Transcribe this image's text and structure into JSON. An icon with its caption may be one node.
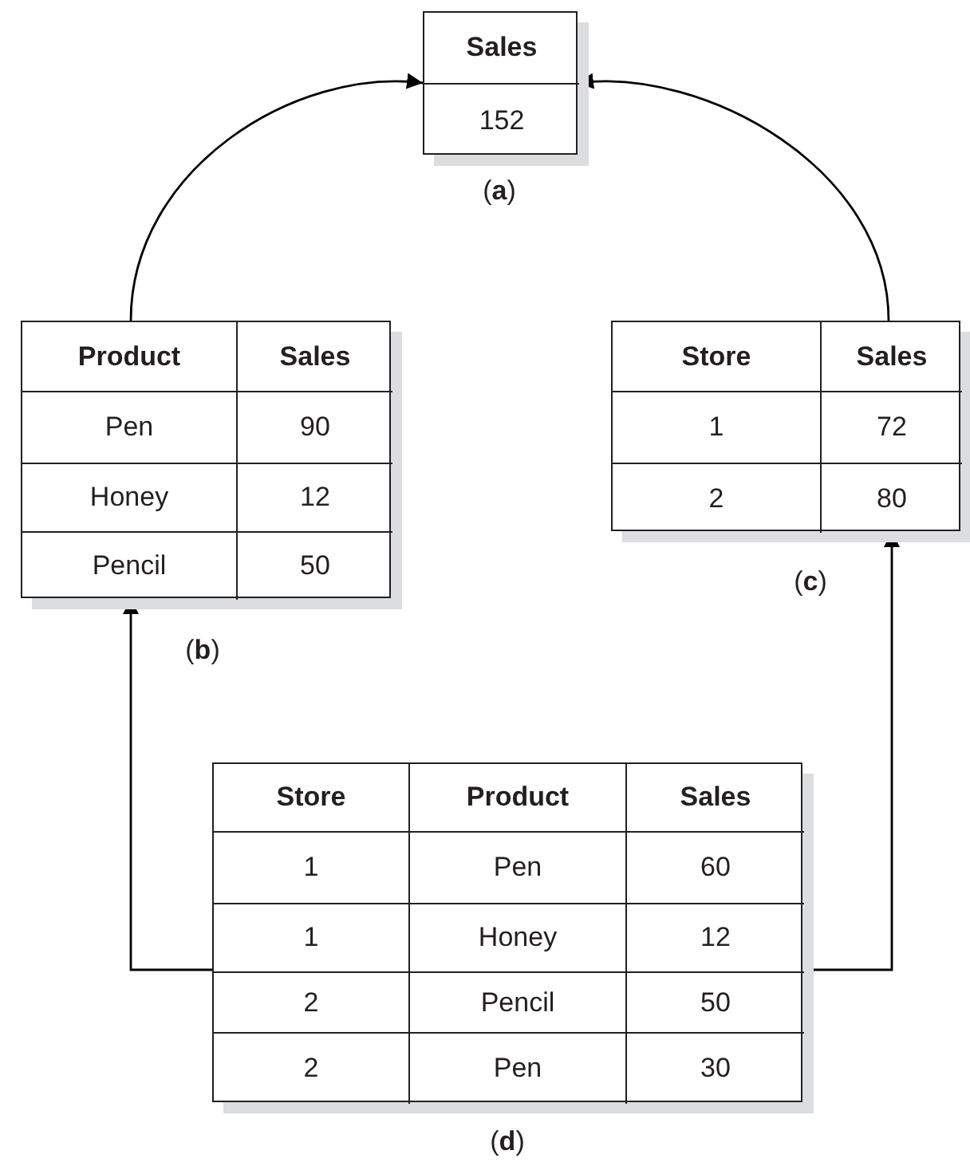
{
  "diagram": {
    "nodes": [
      {
        "text": [
          "Sales",
          "152"
        ],
        "beside": [
          "(**a**)"
        ]
      },
      {
        "text": [
          "Product",
          "Sales",
          "Pen",
          "90",
          "Honey",
          "12",
          "Pencil",
          "50"
        ],
        "beside": [
          "(**b**)"
        ]
      },
      {
        "text": [
          "Store",
          "Sales",
          "1",
          "72",
          "2",
          "80"
        ],
        "beside": [
          "(**c**)"
        ]
      },
      {
        "text": [
          "Store",
          "Product",
          "Sales",
          "1",
          "Pen",
          "60",
          "1",
          "Honey",
          "12",
          "2",
          "Pencil",
          "50",
          "2",
          "Pen",
          "30"
        ],
        "beside": [
          "(**d**)"
        ]
      }
    ],
    "edges": [
      {
        "from": 1,
        "to": 0,
        "arrow": "to"
      },
      {
        "from": 2,
        "to": 0,
        "arrow": "to"
      },
      {
        "from": 3,
        "to": 1,
        "arrow": "to"
      },
      {
        "from": 3,
        "to": 2,
        "arrow": "to"
      }
    ]
  }
}
